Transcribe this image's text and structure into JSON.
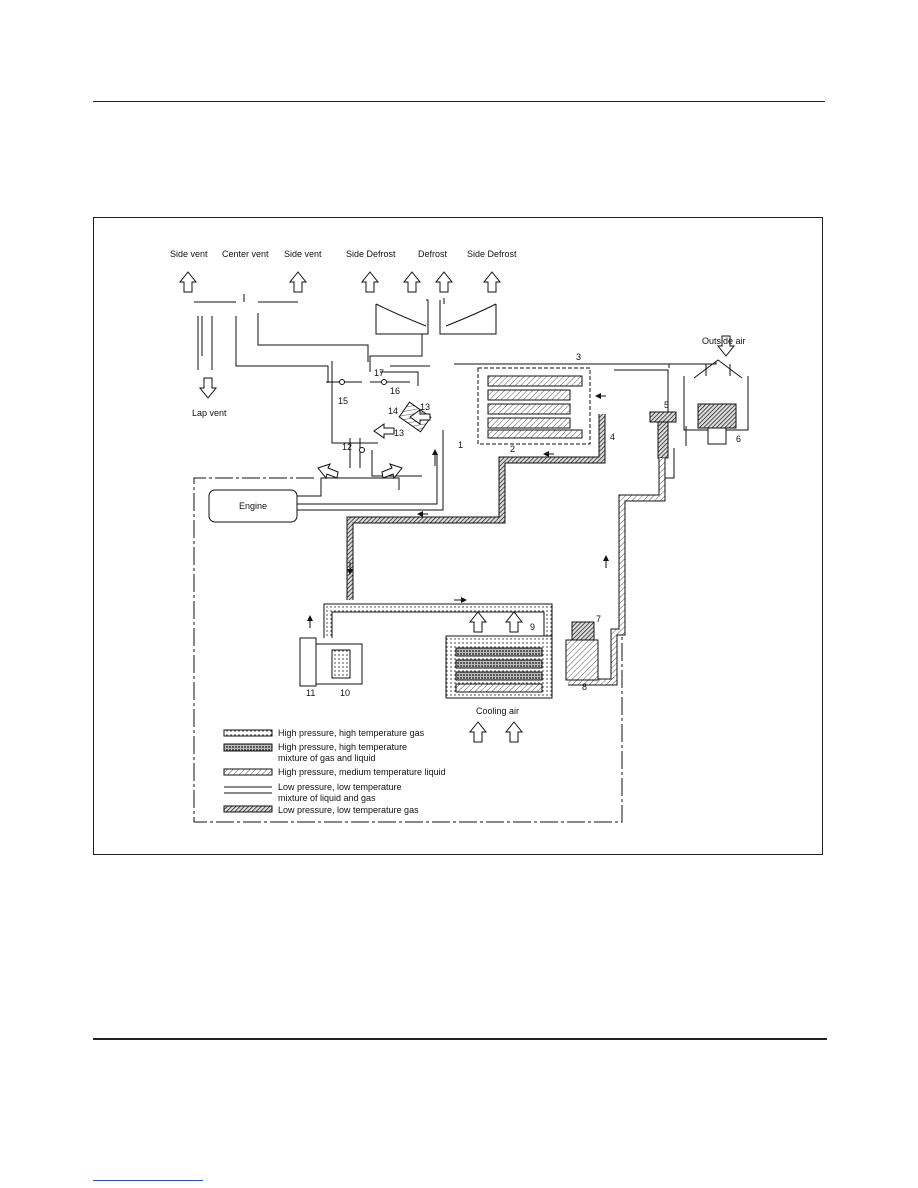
{
  "outlets": {
    "side_vent_left": "Side vent",
    "center_vent": "Center vent",
    "side_vent_right": "Side vent",
    "side_defrost_left": "Side Defrost",
    "defrost": "Defrost",
    "side_defrost_right": "Side Defrost",
    "lap_vent": "Lap vent"
  },
  "components": {
    "outside_air": "Outside air",
    "engine": "Engine",
    "cooling_air": "Cooling air"
  },
  "callouts": [
    "1",
    "2",
    "3",
    "4",
    "5",
    "6",
    "7",
    "8",
    "9",
    "10",
    "11",
    "12",
    "13",
    "13",
    "14",
    "15",
    "16",
    "17"
  ],
  "legend": [
    {
      "label": "High pressure, high temperature gas",
      "label2": "",
      "pattern": "dots"
    },
    {
      "label": "High pressure, high temperature",
      "label2": "mixture of gas and liquid",
      "pattern": "dense-dots"
    },
    {
      "label": "High pressure, medium temperature liquid",
      "label2": "",
      "pattern": "hatch-light"
    },
    {
      "label": "Low pressure, low temperature",
      "label2": "mixture of liquid and gas",
      "pattern": "double-line"
    },
    {
      "label": "Low pressure, low temperature gas",
      "label2": "",
      "pattern": "hatch-dark"
    }
  ]
}
